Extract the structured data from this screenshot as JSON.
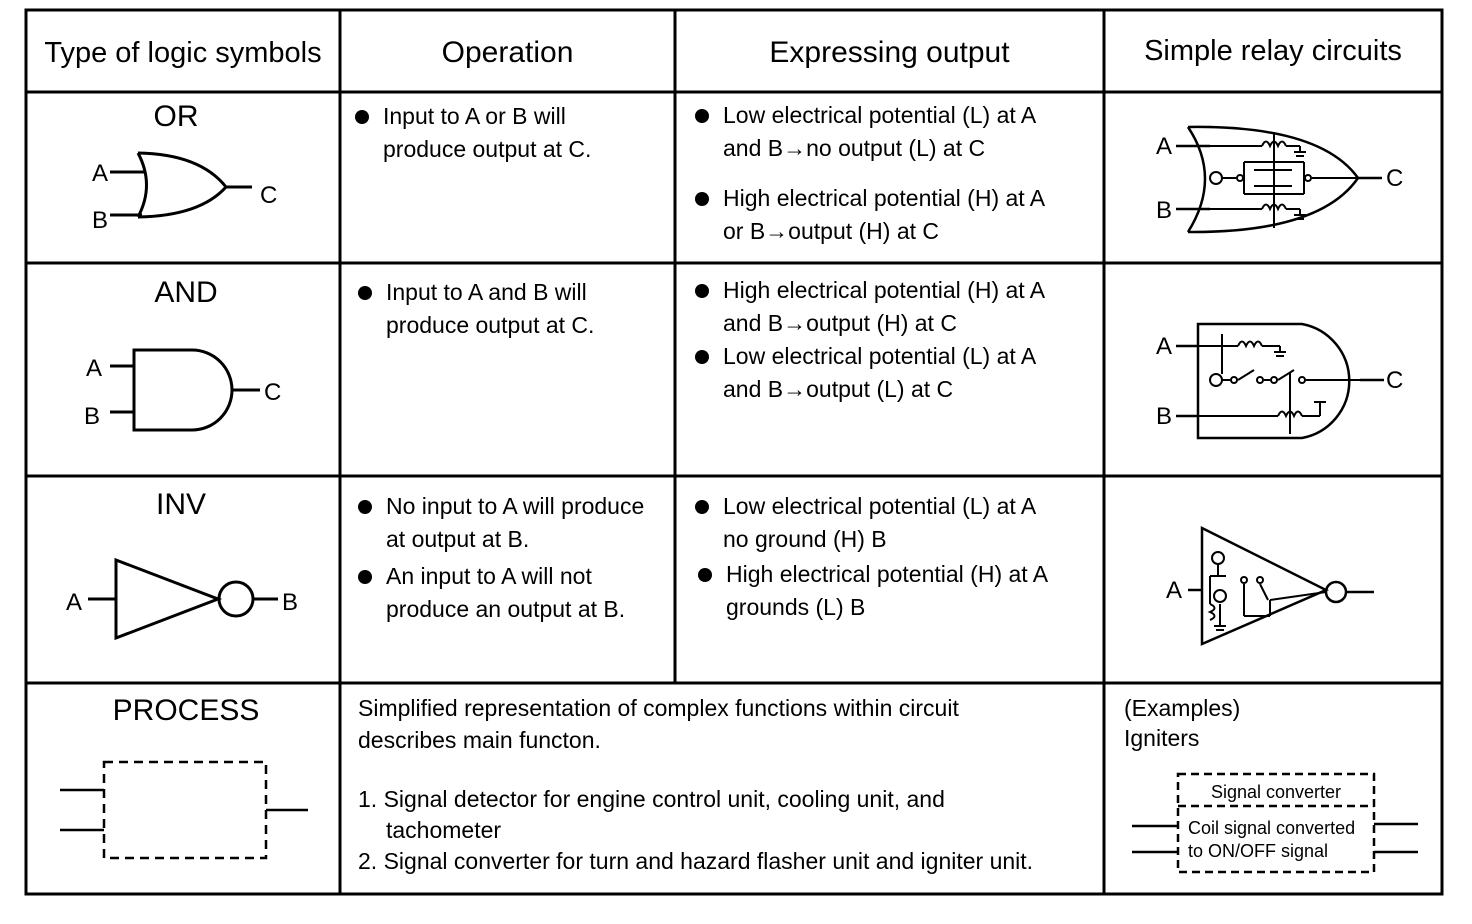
{
  "headers": {
    "type": "Type of logic symbols",
    "operation": "Operation",
    "output": "Expressing output",
    "relay": "Simple relay circuits"
  },
  "rows": {
    "or": {
      "name": "OR",
      "pins": {
        "a": "A",
        "b": "B",
        "c": "C"
      },
      "operation": [
        "Input to A or B will",
        "produce output at C."
      ],
      "output": [
        [
          "Low electrical potential (L) at A",
          "and B→no output (L) at C"
        ],
        [
          "High electrical potential (H) at A",
          "or B→output (H) at C"
        ]
      ],
      "relay_pins": {
        "a": "A",
        "b": "B",
        "c": "C"
      }
    },
    "and": {
      "name": "AND",
      "pins": {
        "a": "A",
        "b": "B",
        "c": "C"
      },
      "operation": [
        "Input to A and B will",
        "produce output at C."
      ],
      "output": [
        [
          "High electrical potential (H) at A",
          "and B→output (H) at C"
        ],
        [
          "Low electrical potential (L) at A",
          "and B→output (L) at C"
        ]
      ],
      "relay_pins": {
        "a": "A",
        "b": "B",
        "c": "C"
      }
    },
    "inv": {
      "name": "INV",
      "pins": {
        "a": "A",
        "b": "B"
      },
      "operation": [
        [
          "No input to A will produce",
          "at output at B."
        ],
        [
          "An input to A will not",
          "produce an output at B."
        ]
      ],
      "output": [
        [
          "Low electrical potential (L) at A",
          "no ground (H) B"
        ],
        [
          "High electrical potential (H) at A",
          "grounds (L) B"
        ]
      ],
      "relay_pins": {
        "a": "A"
      }
    },
    "process": {
      "name": "PROCESS",
      "description": [
        "Simplified representation of complex functions within circuit",
        "describes main functon."
      ],
      "items": [
        "1. Signal detector for engine control unit, cooling unit, and",
        "tachometer",
        "2. Signal converter for turn and hazard flasher unit and igniter unit."
      ],
      "examples": {
        "label": "(Examples)",
        "name": "Igniters",
        "box_title": "Signal converter",
        "box_lines": [
          "Coil signal converted",
          "to ON/OFF signal"
        ]
      }
    }
  }
}
